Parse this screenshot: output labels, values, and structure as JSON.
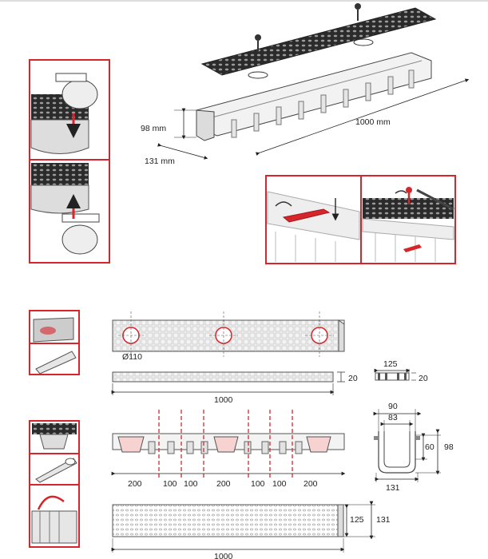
{
  "iso": {
    "height": "98 mm",
    "length": "1000 mm",
    "width": "131 mm"
  },
  "plan": {
    "outlet": "Ø110",
    "length": "1000",
    "grate_h": "20"
  },
  "end_view": {
    "width": "125",
    "h": "20"
  },
  "side": {
    "s1": "200",
    "s2": "100",
    "s3": "100",
    "s4": "200",
    "s5": "100",
    "s6": "100",
    "s7": "200"
  },
  "section": {
    "top": "90",
    "inner": "83",
    "depth_in": "60",
    "depth": "98",
    "base": "131"
  },
  "grate": {
    "w1": "125",
    "w2": "131",
    "length": "1000"
  },
  "colors": {
    "accent_red": "#d7262b",
    "line": "#555555",
    "fill": "#e9e9e9"
  }
}
